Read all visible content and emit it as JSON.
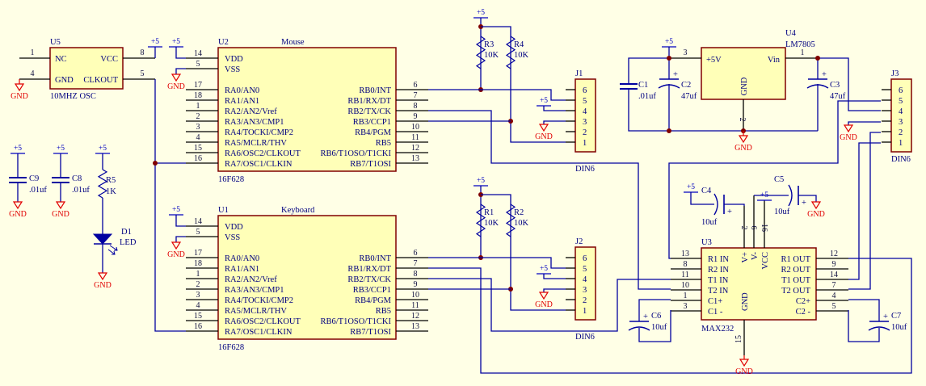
{
  "colors": {
    "background": "#FFFFE6",
    "chip_fill": "#FFFFB8",
    "chip_border": "#800000",
    "wire": "#0000A0",
    "pin": "#000000",
    "junction": "#800000",
    "ground": "#E00000",
    "power": "#0000C0",
    "text": "#000080"
  },
  "power": {
    "vcc_label": "+5",
    "gnd_label": "GND"
  },
  "U5": {
    "ref": "U5",
    "value": "10MHZ OSC",
    "pins": [
      {
        "num": "1",
        "name": "NC"
      },
      {
        "num": "4",
        "name": "GND"
      },
      {
        "num": "8",
        "name": "VCC"
      },
      {
        "num": "5",
        "name": "CLKOUT"
      }
    ]
  },
  "U2": {
    "ref": "U2",
    "title": "Mouse",
    "value": "16F628",
    "left_pins": [
      {
        "num": "14",
        "name": "VDD"
      },
      {
        "num": "5",
        "name": "VSS"
      },
      {
        "num": "17",
        "name": "RA0/AN0"
      },
      {
        "num": "18",
        "name": "RA1/AN1"
      },
      {
        "num": "1",
        "name": "RA2/AN2/Vref"
      },
      {
        "num": "2",
        "name": "RA3/AN3/CMP1"
      },
      {
        "num": "3",
        "name": "RA4/TOCKI/CMP2"
      },
      {
        "num": "4",
        "name": "RA5/MCLR/THV"
      },
      {
        "num": "15",
        "name": "RA6/OSC2/CLKOUT"
      },
      {
        "num": "16",
        "name": "RA7/OSC1/CLKIN"
      }
    ],
    "right_pins": [
      {
        "num": "6",
        "name": "RB0/INT"
      },
      {
        "num": "7",
        "name": "RB1/RX/DT"
      },
      {
        "num": "8",
        "name": "RB2/TX/CK"
      },
      {
        "num": "9",
        "name": "RB3/CCP1"
      },
      {
        "num": "10",
        "name": "RB4/PGM"
      },
      {
        "num": "11",
        "name": "RB5"
      },
      {
        "num": "12",
        "name": "RB6/T1OSO/T1CKI"
      },
      {
        "num": "13",
        "name": "RB7/T1OSI"
      }
    ]
  },
  "U1": {
    "ref": "U1",
    "title": "Keyboard",
    "value": "16F628",
    "left_pins": [
      {
        "num": "14",
        "name": "VDD"
      },
      {
        "num": "5",
        "name": "VSS"
      },
      {
        "num": "17",
        "name": "RA0/AN0"
      },
      {
        "num": "18",
        "name": "RA1/AN1"
      },
      {
        "num": "1",
        "name": "RA2/AN2/Vref"
      },
      {
        "num": "2",
        "name": "RA3/AN3/CMP1"
      },
      {
        "num": "3",
        "name": "RA4/TOCKI/CMP2"
      },
      {
        "num": "4",
        "name": "RA5/MCLR/THV"
      },
      {
        "num": "15",
        "name": "RA6/OSC2/CLKOUT"
      },
      {
        "num": "16",
        "name": "RA7/OSC1/CLKIN"
      }
    ],
    "right_pins": [
      {
        "num": "6",
        "name": "RB0/INT"
      },
      {
        "num": "7",
        "name": "RB1/RX/DT"
      },
      {
        "num": "8",
        "name": "RB2/TX/CK"
      },
      {
        "num": "9",
        "name": "RB3/CCP1"
      },
      {
        "num": "10",
        "name": "RB4/PGM"
      },
      {
        "num": "11",
        "name": "RB5"
      },
      {
        "num": "12",
        "name": "RB6/T1OSO/T1CKI"
      },
      {
        "num": "13",
        "name": "RB7/T1OSI"
      }
    ]
  },
  "U3": {
    "ref": "U3",
    "value": "MAX232",
    "left_pins": [
      {
        "num": "13",
        "name": "R1 IN"
      },
      {
        "num": "8",
        "name": "R2 IN"
      },
      {
        "num": "11",
        "name": "T1 IN"
      },
      {
        "num": "10",
        "name": "T2 IN"
      },
      {
        "num": "1",
        "name": "C1+"
      },
      {
        "num": "3",
        "name": "C1 -"
      }
    ],
    "right_pins": [
      {
        "num": "12",
        "name": "R1 OUT"
      },
      {
        "num": "9",
        "name": "R2 OUT"
      },
      {
        "num": "14",
        "name": "T1 OUT"
      },
      {
        "num": "7",
        "name": "T2 OUT"
      },
      {
        "num": "4",
        "name": "C2+"
      },
      {
        "num": "5",
        "name": "C2 -"
      }
    ],
    "top_pins": [
      {
        "num": "2",
        "name": "V+"
      },
      {
        "num": "6",
        "name": "V-"
      },
      {
        "num": "16",
        "name": "VCC"
      }
    ],
    "bottom_pin": {
      "num": "15",
      "name": "GND"
    }
  },
  "U4": {
    "ref": "U4",
    "value": "LM7805",
    "pins": [
      {
        "num": "3",
        "name": "+5V"
      },
      {
        "num": "1",
        "name": "Vin"
      },
      {
        "num": "2",
        "name": "GND"
      }
    ]
  },
  "connectors": {
    "J1": {
      "ref": "J1",
      "value": "DIN6",
      "pins": [
        "6",
        "5",
        "4",
        "3",
        "2",
        "1"
      ]
    },
    "J2": {
      "ref": "J2",
      "value": "DIN6",
      "pins": [
        "6",
        "5",
        "4",
        "3",
        "2",
        "1"
      ]
    },
    "J3": {
      "ref": "J3",
      "value": "DIN6",
      "pins": [
        "6",
        "5",
        "4",
        "3",
        "2",
        "1"
      ]
    }
  },
  "resistors": {
    "R1": {
      "ref": "R1",
      "value": "10K"
    },
    "R2": {
      "ref": "R2",
      "value": "10K"
    },
    "R3": {
      "ref": "R3",
      "value": "10K"
    },
    "R4": {
      "ref": "R4",
      "value": "10K"
    },
    "R5": {
      "ref": "R5",
      "value": "1K"
    }
  },
  "capacitors": {
    "C1": {
      "ref": "C1",
      "value": ".01uf"
    },
    "C2": {
      "ref": "C2",
      "value": "47uf"
    },
    "C3": {
      "ref": "C3",
      "value": "47uf"
    },
    "C4": {
      "ref": "C4",
      "value": "10uf"
    },
    "C5": {
      "ref": "C5",
      "value": "10uf"
    },
    "C6": {
      "ref": "C6",
      "value": "10uf"
    },
    "C7": {
      "ref": "C7",
      "value": "10uf"
    },
    "C8": {
      "ref": "C8",
      "value": ".01uf"
    },
    "C9": {
      "ref": "C9",
      "value": ".01uf"
    }
  },
  "D1": {
    "ref": "D1",
    "value": "LED"
  }
}
